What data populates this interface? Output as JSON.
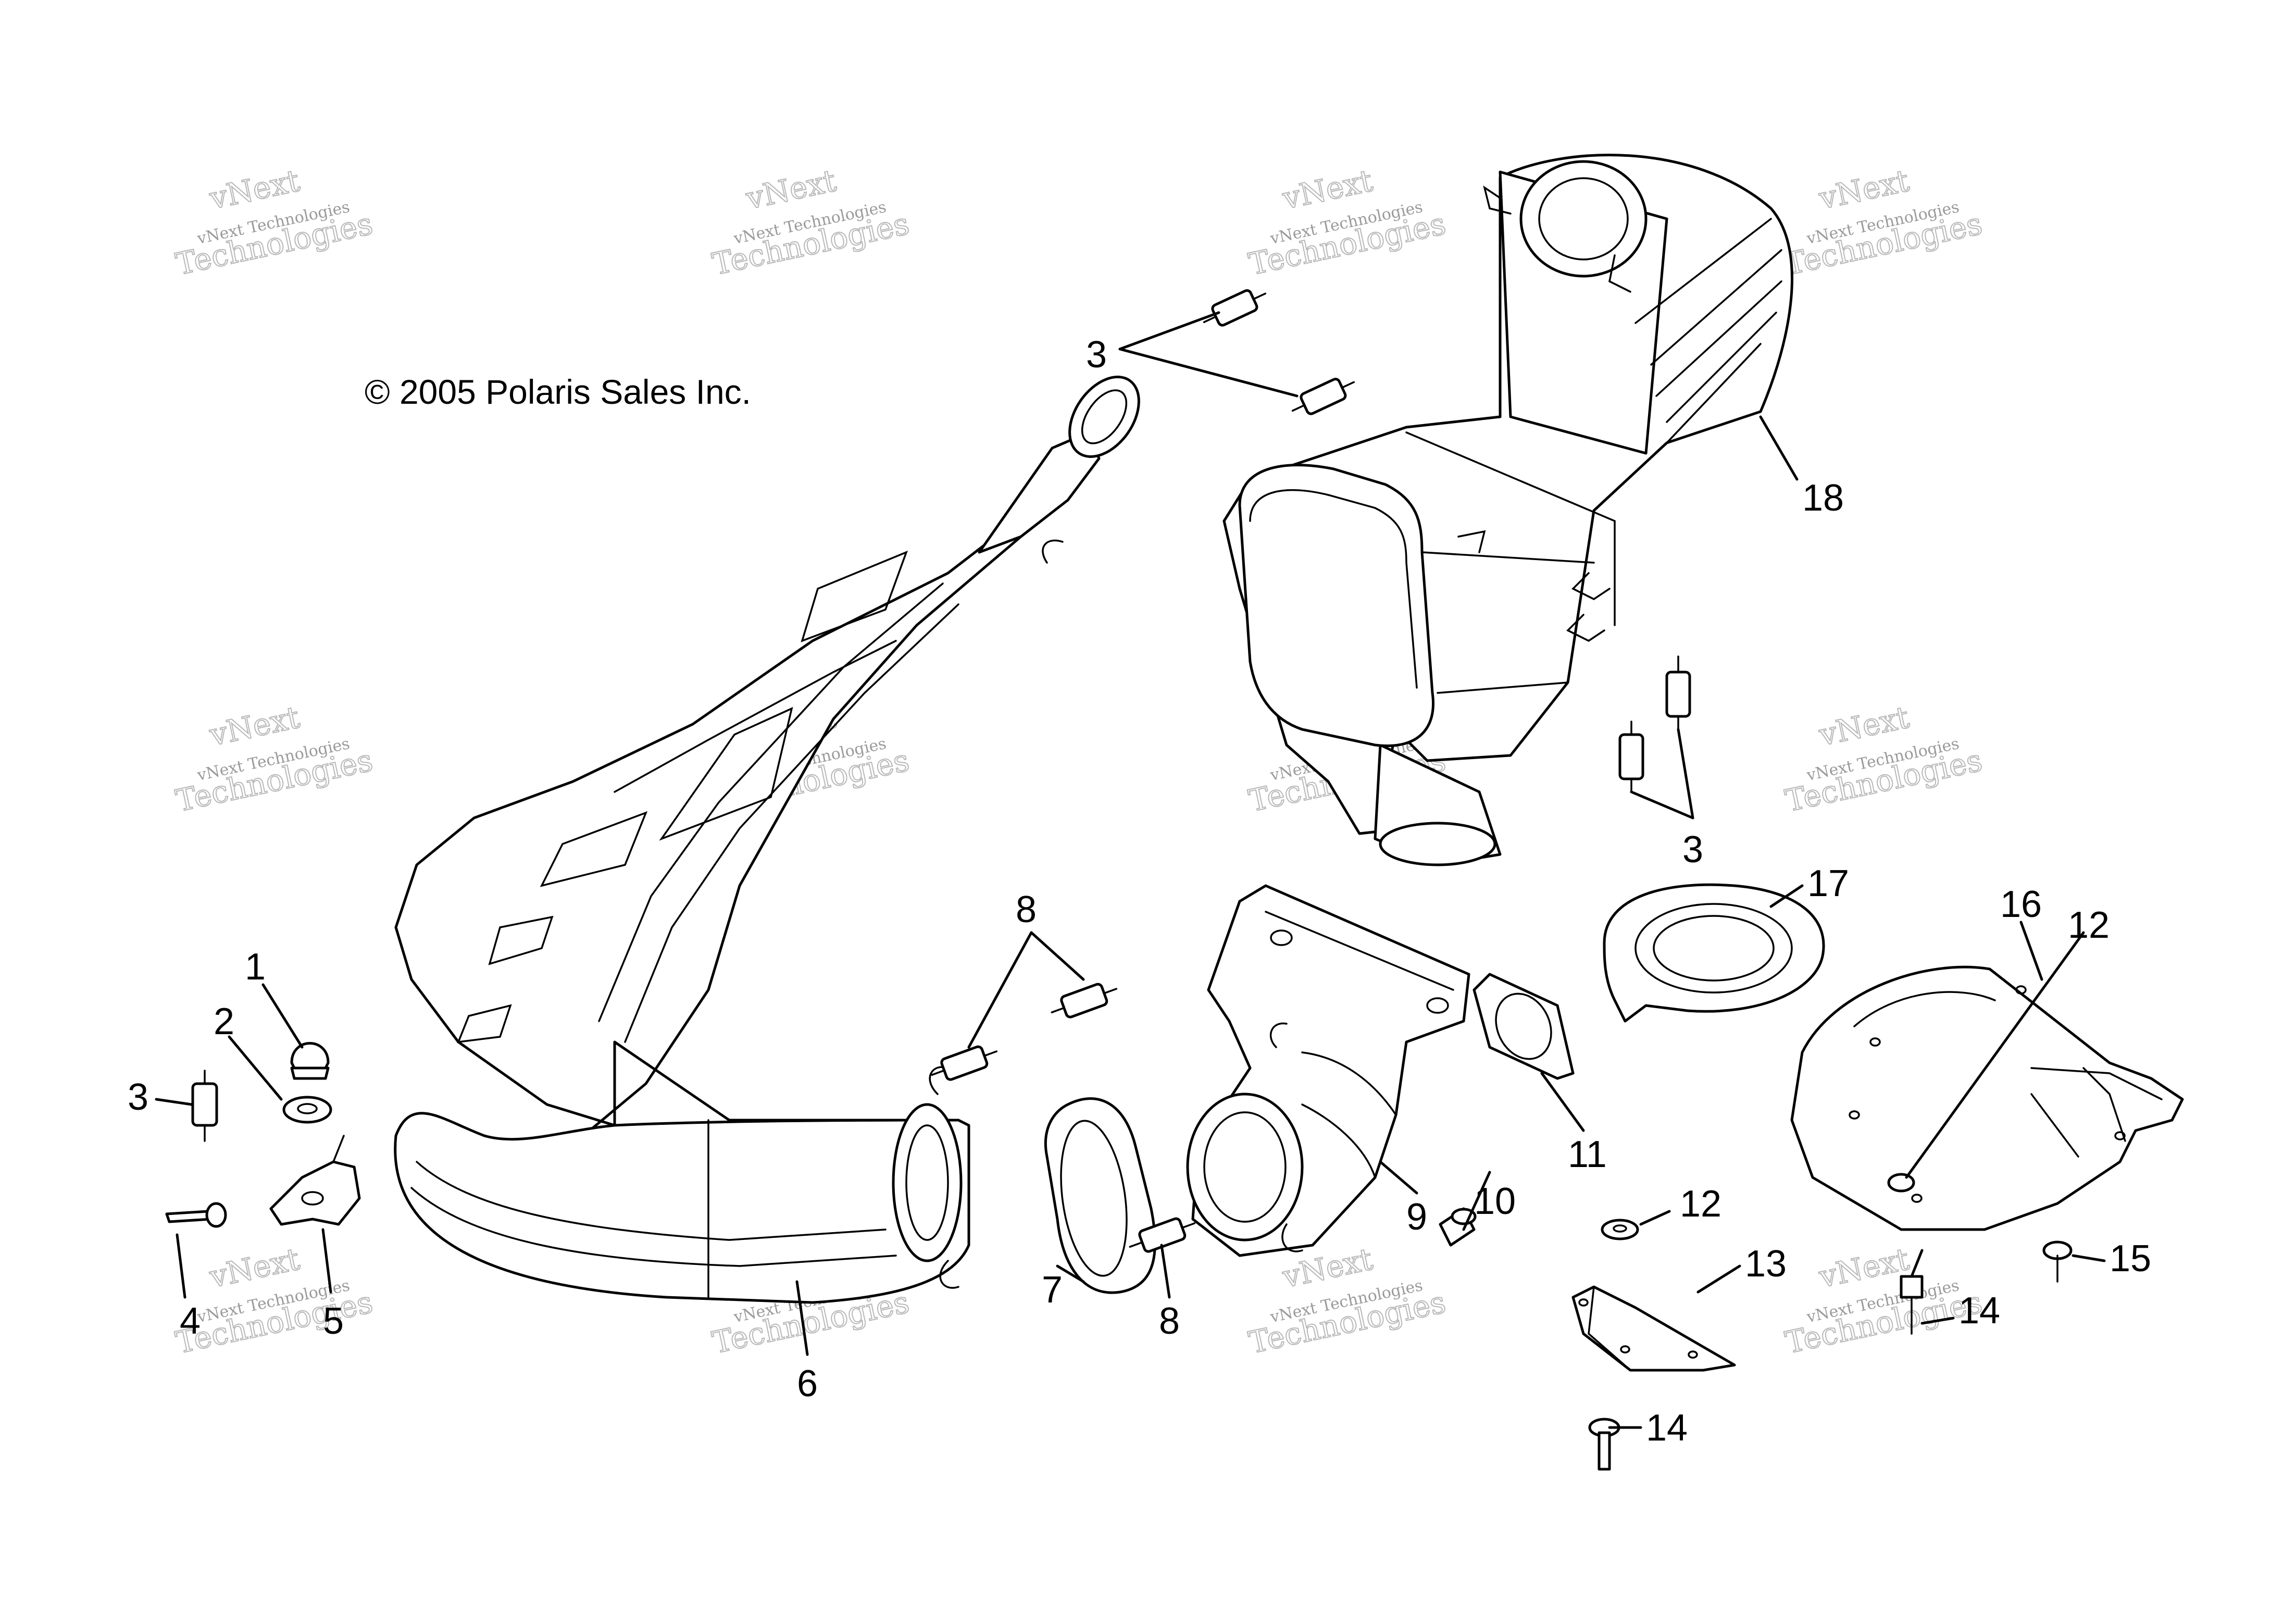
{
  "copyright": "© 2005 Polaris Sales Inc.",
  "watermark": {
    "line1": "vNext",
    "line2": "vNext Technologies",
    "line3": "Technologies"
  },
  "callouts": {
    "c1": "1",
    "c2": "2",
    "c3a": "3",
    "c3b": "3",
    "c3c": "3",
    "c4": "4",
    "c5": "5",
    "c6": "6",
    "c7": "7",
    "c8a": "8",
    "c8b": "8",
    "c9": "9",
    "c10": "10",
    "c11": "11",
    "c12a": "12",
    "c12b": "12",
    "c13": "13",
    "c14a": "14",
    "c14b": "14",
    "c15": "15",
    "c16": "16",
    "c17": "17",
    "c18": "18"
  }
}
